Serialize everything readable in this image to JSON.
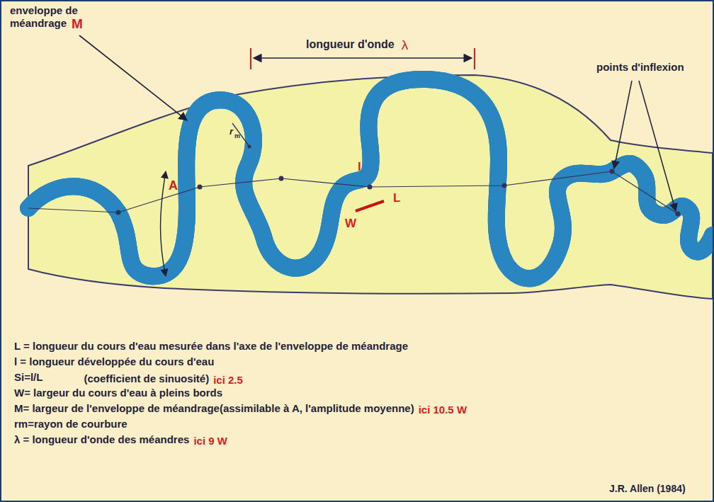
{
  "diagram": {
    "labels": [
      "enveloppe de",
      "méandrage",
      "M",
      "longueur d'onde",
      "λ",
      "points d'inflexion",
      "r",
      "m",
      "A",
      "l",
      "W",
      "L",
      "L = longueur du cours d'eau mesurée dans l'axe de l'enveloppe de méandrage",
      "l = longueur développée du cours d'eau",
      "Si=l/L",
      "(coefficient de sinuosité)",
      "ici 2.5",
      "W= largeur du cours d'eau à pleins bords",
      "M= largeur de l'enveloppe de méandrage(assimilable à A, l'amplitude moyenne)",
      "ici 10.5 W",
      "rm=rayon de courbure",
      "λ = longueur d'onde des méandres",
      "ici 9 W",
      "J.R. Allen (1984)"
    ]
  }
}
